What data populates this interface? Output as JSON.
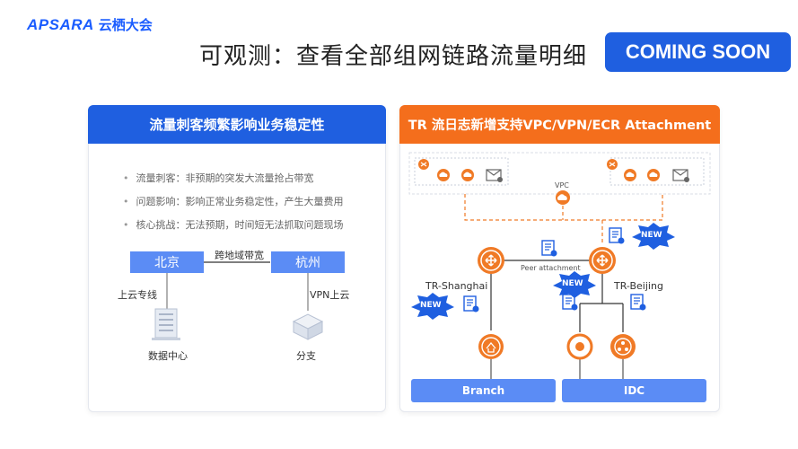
{
  "logo": {
    "brand": "APSARA",
    "sub": "云栖大会"
  },
  "title": "可观测：查看全部组网链路流量明细",
  "badge": "COMING SOON",
  "left_panel": {
    "header": "流量刺客频繁影响业务稳定性",
    "bullets": [
      "流量刺客：非预期的突发大流量抢占带宽",
      "问题影响：影响正常业务稳定性，产生大量费用",
      "核心挑战：无法预期，时间短无法抓取问题现场"
    ],
    "city_left": "北京",
    "city_right": "杭州",
    "link_label": "跨地域带宽",
    "left_link": "上云专线",
    "right_link": "VPN上云",
    "left_site": "数据中心",
    "right_site": "分支"
  },
  "right_panel": {
    "header": "TR 流日志新增支持VPC/VPN/ECR Attachment",
    "vpc_label": "VPC",
    "peer_label": "Peer attachment",
    "tr_left": "TR-Shanghai",
    "tr_right": "TR-Beijing",
    "new_label": "NEW",
    "branch_label": "Branch",
    "idc_label": "IDC"
  },
  "colors": {
    "blue": "#1f5fe0",
    "orange": "#f46e1c",
    "box_blue": "#5b8cf5",
    "node_orange": "#f07a26"
  },
  "icons": [
    "shuffle-icon",
    "cloud-icon",
    "mail-check-icon",
    "router-icon",
    "flow-log-icon",
    "datacenter-icon",
    "branch-office-icon",
    "gateway-icon",
    "idc-ring-icon",
    "starburst-icon"
  ]
}
